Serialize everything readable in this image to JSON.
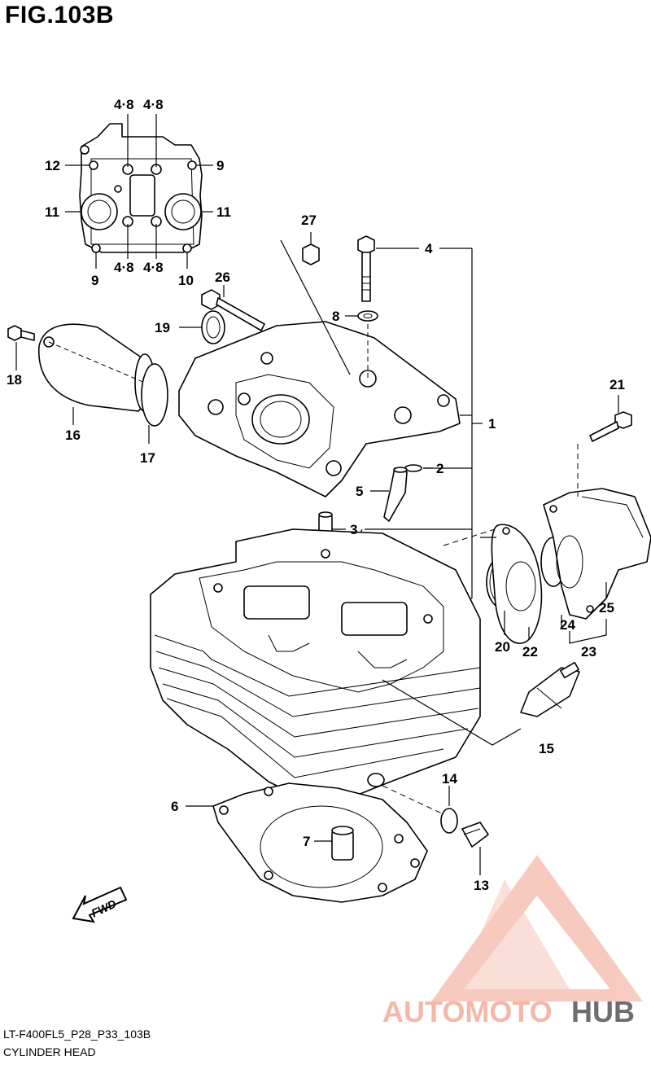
{
  "figure": {
    "title": "FIG.103B",
    "code": "LT-F400FL5_P28_P33_103B",
    "name": "CYLINDER HEAD",
    "fwd_label": "FWD"
  },
  "callouts": {
    "c1": "1",
    "c2": "2",
    "c3": "3",
    "c4": "4",
    "c5": "5",
    "c6": "6",
    "c7": "7",
    "c8": "8",
    "c9a": "9",
    "c9b": "9",
    "c10": "10",
    "c11a": "11",
    "c11b": "11",
    "c12": "12",
    "c13": "13",
    "c14": "14",
    "c15": "15",
    "c16": "16",
    "c17": "17",
    "c18": "18",
    "c19": "19",
    "c20": "20",
    "c21": "21",
    "c22": "22",
    "c23": "23",
    "c24": "24",
    "c25": "25",
    "c26": "26",
    "c27": "27",
    "c48a": "4·8",
    "c48b": "4·8",
    "c48c": "4·8",
    "c48d": "4·8"
  },
  "watermark": {
    "brand_part1": "AUTOMOTO",
    "brand_part2": "HUB",
    "color_main": "#f2a08c",
    "color_accent": "#555555"
  },
  "colors": {
    "line": "#000000",
    "background": "#ffffff"
  }
}
